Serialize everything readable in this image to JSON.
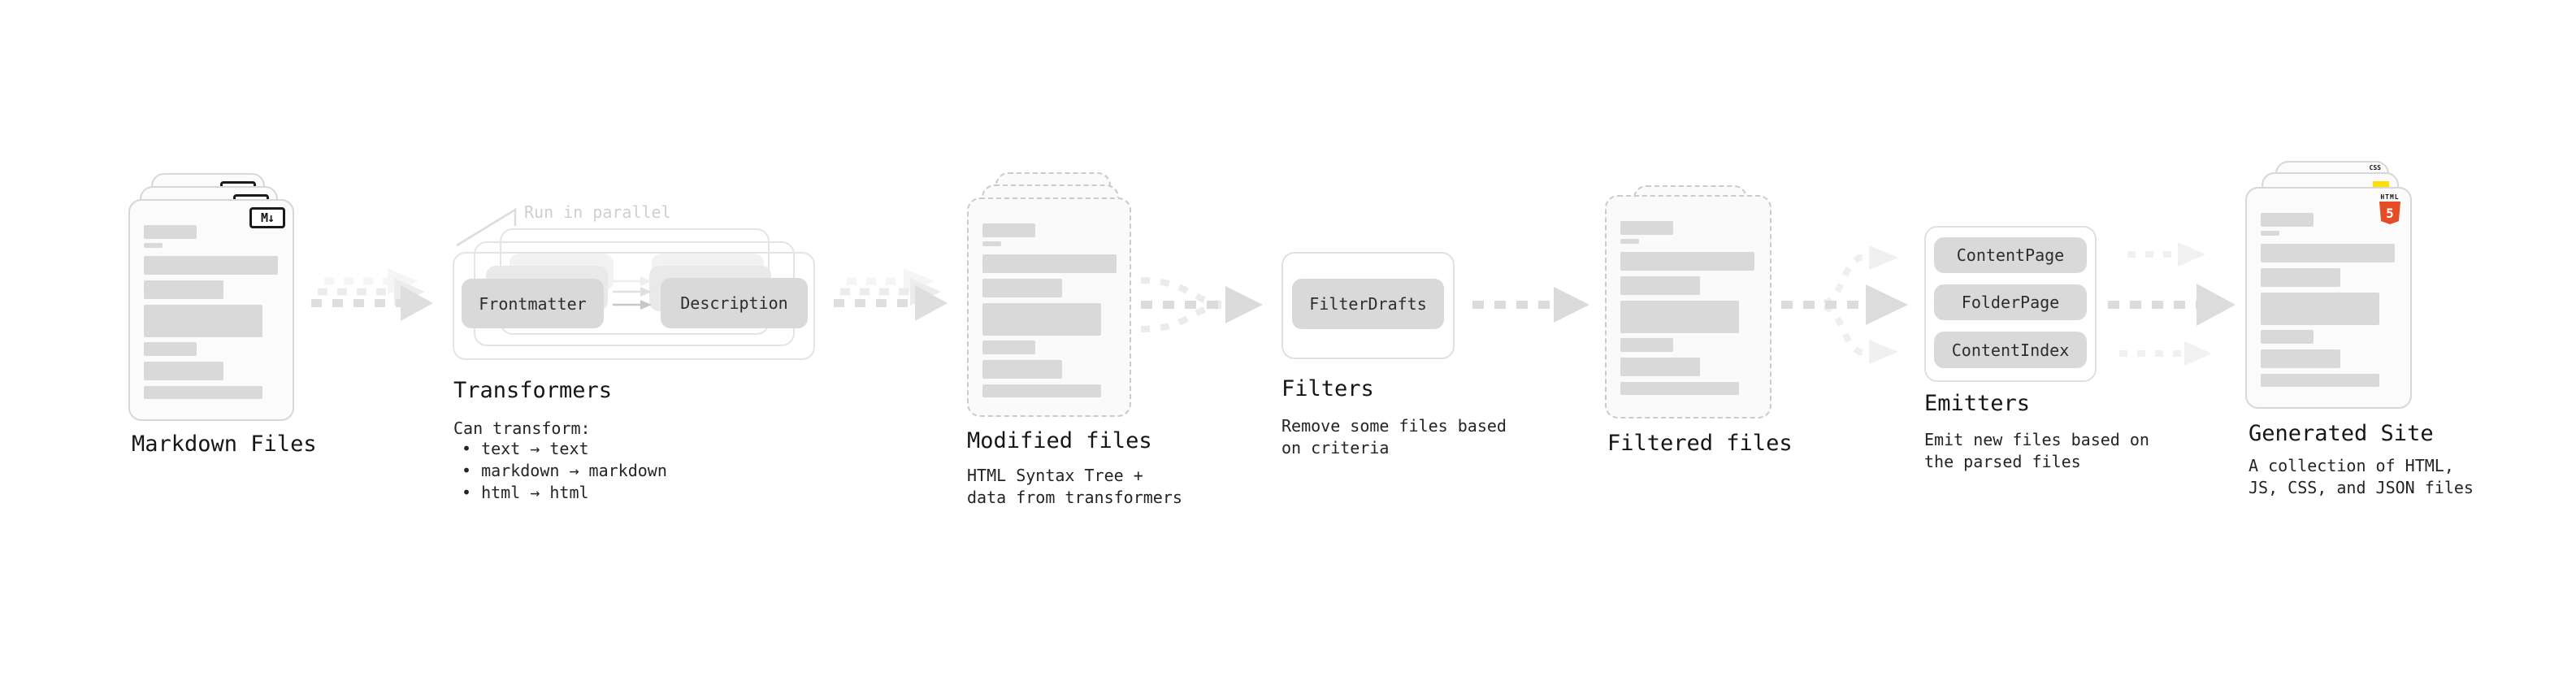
{
  "stages": {
    "markdown": {
      "heading": "Markdown Files",
      "file_badge": "M↓"
    },
    "transformers": {
      "annotation": "Run in parallel",
      "pills": [
        "Frontmatter",
        "Description"
      ],
      "heading": "Transformers",
      "desc_title": "Can transform:",
      "bullets": [
        "• text → text",
        "• markdown → markdown",
        "• html → html"
      ]
    },
    "modified": {
      "heading": "Modified files",
      "desc": [
        "HTML Syntax Tree +",
        "data from transformers"
      ]
    },
    "filters": {
      "pills": [
        "FilterDrafts"
      ],
      "heading": "Filters",
      "desc": [
        "Remove some files based",
        "on criteria"
      ]
    },
    "filtered": {
      "heading": "Filtered files"
    },
    "emitters": {
      "pills": [
        "ContentPage",
        "FolderPage",
        "ContentIndex"
      ],
      "heading": "Emitters",
      "desc": [
        "Emit new files based on",
        "the parsed files"
      ]
    },
    "generated": {
      "heading": "Generated Site",
      "desc": [
        "A collection of HTML,",
        "JS, CSS, and JSON files"
      ],
      "badges": {
        "css": "CSS",
        "html_label": "HTML",
        "html_number": "5"
      }
    }
  },
  "colors": {
    "pill_gray": "#d9d9d9",
    "bar_gray": "#d9d9d9",
    "html5_orange": "#e44d26",
    "js_yellow": "#ffde00",
    "css_blue": "#2965f1",
    "annotation_gray": "#cfcfcf"
  }
}
